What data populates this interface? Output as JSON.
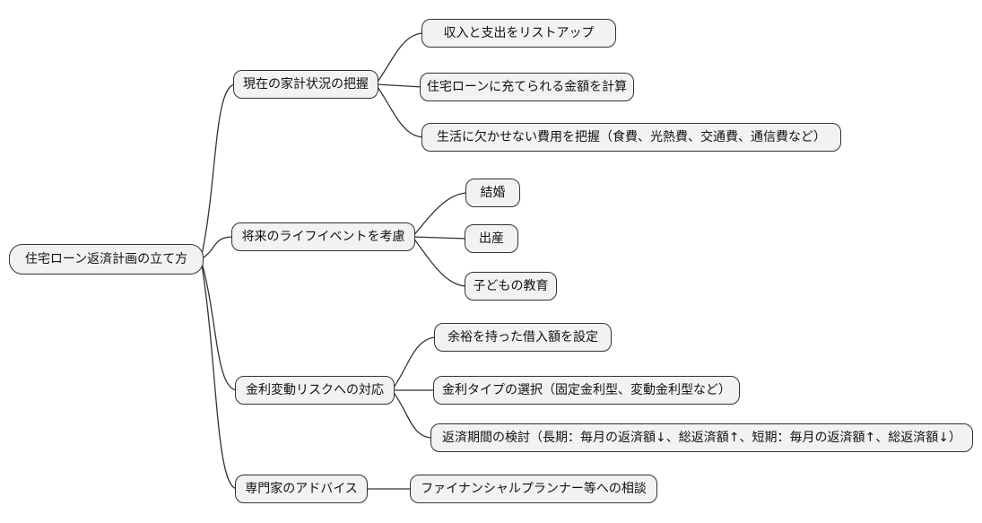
{
  "diagram": {
    "type": "mindmap",
    "colors": {
      "background": "#ffffff",
      "node_fill": "#f2f2f2",
      "node_border": "#333333",
      "edge": "#333333",
      "text": "#111111"
    },
    "root": {
      "label": "住宅ローン返済計画の立て方"
    },
    "branches": [
      {
        "label": "現在の家計状況の把握",
        "children": [
          "収入と支出をリストアップ",
          "住宅ローンに充てられる金額を計算",
          "生活に欠かせない費用を把握（食費、光熱費、交通費、通信費など）"
        ]
      },
      {
        "label": "将来のライフイベントを考慮",
        "children": [
          "結婚",
          "出産",
          "子どもの教育"
        ]
      },
      {
        "label": "金利変動リスクへの対応",
        "children": [
          "余裕を持った借入額を設定",
          "金利タイプの選択（固定金利型、変動金利型など）",
          "返済期間の検討（長期：毎月の返済額↓、総返済額↑、短期：毎月の返済額↑、総返済額↓）"
        ]
      },
      {
        "label": "専門家のアドバイス",
        "children": [
          "ファイナンシャルプランナー等への相談"
        ]
      }
    ]
  }
}
